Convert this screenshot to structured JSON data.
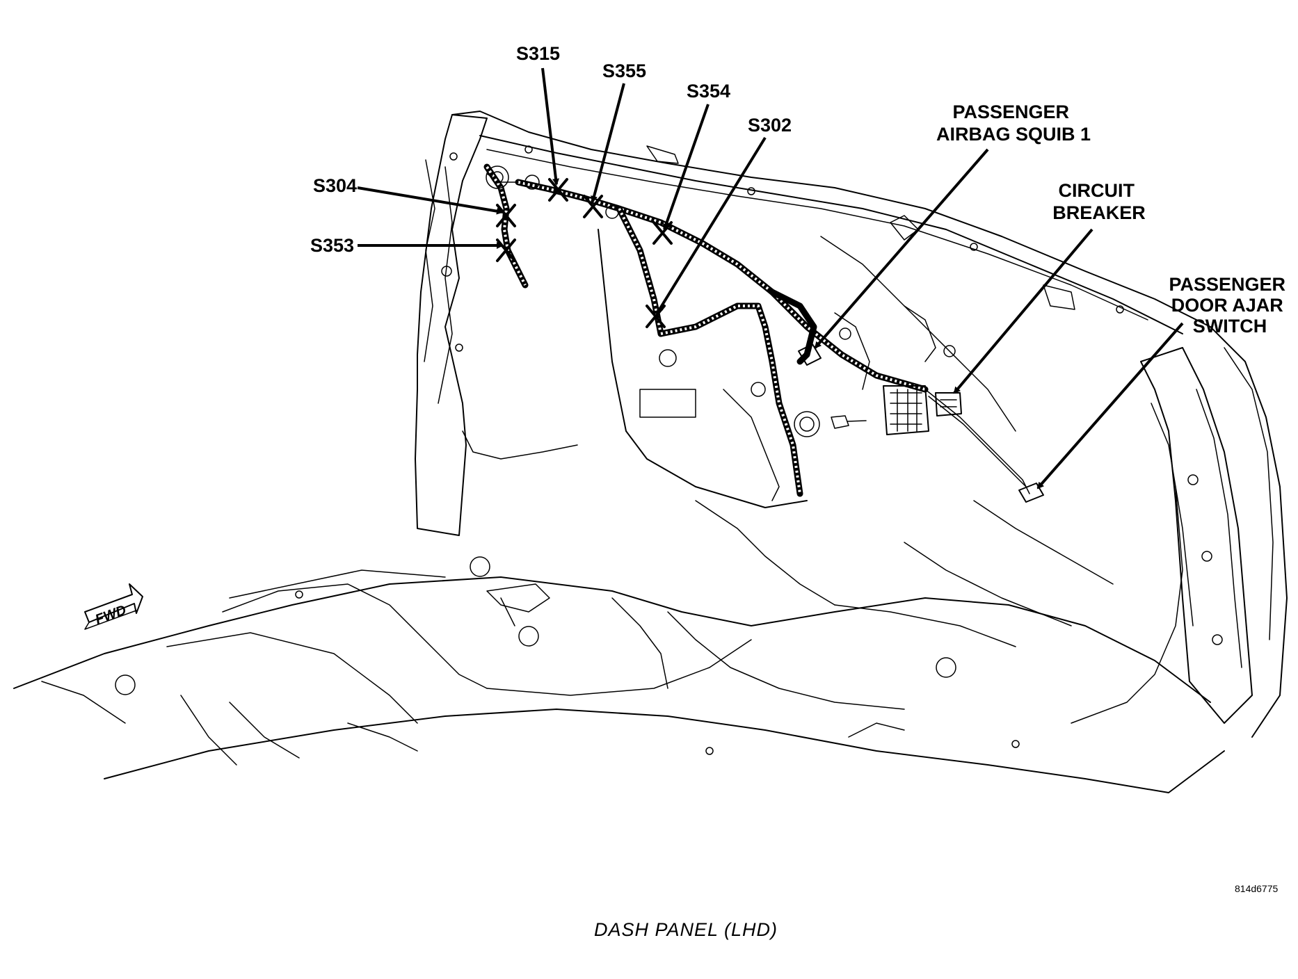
{
  "callouts": {
    "s315": "S315",
    "s355": "S355",
    "s354": "S354",
    "s302": "S302",
    "s304": "S304",
    "s353": "S353",
    "passenger_airbag_squib_1": [
      "PASSENGER",
      "AIRBAG SQUIB 1"
    ],
    "circuit_breaker": [
      "CIRCUIT",
      "BREAKER"
    ],
    "passenger_door_ajar_switch": [
      "PASSENGER",
      "DOOR AJAR",
      "SWITCH"
    ]
  },
  "fwd_label": "FWD",
  "figure_id": "814d6775",
  "caption": "DASH PANEL (LHD)"
}
